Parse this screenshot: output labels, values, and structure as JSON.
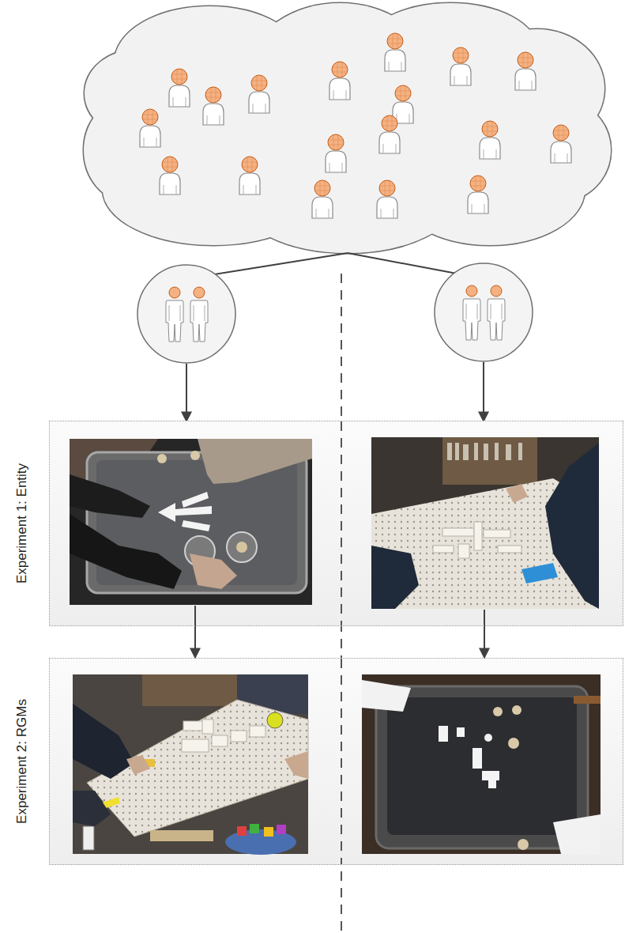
{
  "diagram": {
    "nodes": [
      {
        "text": [
          "Experiment 1: Entity"
        ]
      },
      {
        "text": [
          "Experiment 2: RGMs"
        ]
      }
    ],
    "edges": [
      {
        "from": 0,
        "to": 1,
        "arrow": "to"
      },
      {
        "from": 0,
        "to": 1,
        "arrow": "to"
      }
    ]
  }
}
